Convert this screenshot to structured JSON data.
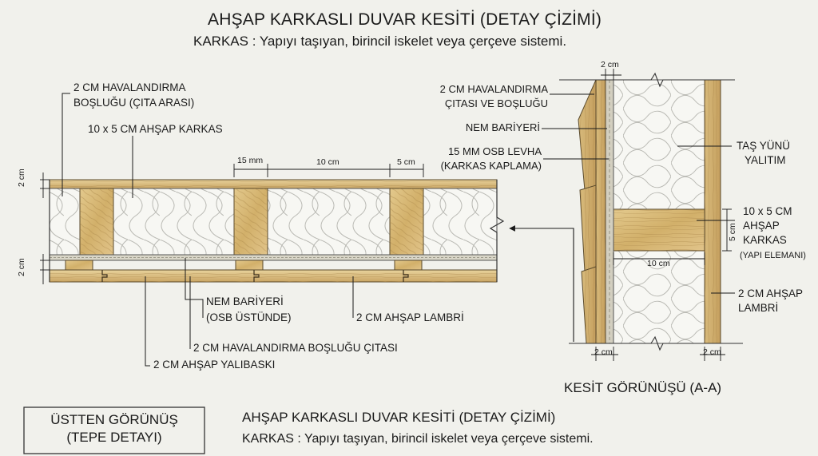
{
  "header": {
    "title": "AHŞAP KARKASLI DUVAR KESİTİ (DETAY ÇİZİMİ)",
    "subtitle": "KARKAS : Yapıyı taşıyan, birincil iskelet veya çerçeve sistemi."
  },
  "plan": {
    "labels": {
      "vent_gap_1": "2 CM HAVALANDIRMA",
      "vent_gap_2": "BOŞLUĞU (ÇITA ARASI)",
      "frame": "10 x 5 CM AHŞAP KARKAS",
      "moisture_1": "NEM BARİYERİ",
      "moisture_2": "(OSB ÜSTÜNDE)",
      "lambri": "2 CM AHŞAP LAMBRİ",
      "vent_batten": "2 CM HAVALANDIRMA BOŞLUĞU ÇITASI",
      "yalibaski": "2 CM AHŞAP YALIBASKI"
    },
    "dims": {
      "d15mm": "15 mm",
      "d10cm": "10 cm",
      "d5cm": "5 cm",
      "d2cm_top": "2 cm",
      "d2cm_bottom": "2 cm"
    }
  },
  "section": {
    "labels": {
      "vent_batten_1": "2 CM HAVALANDIRMA",
      "vent_batten_2": "ÇITASI VE BOŞLUĞU",
      "moisture": "NEM BARİYERİ",
      "osb_1": "15 MM OSB LEVHA",
      "osb_2": "(KARKAS KAPLAMA)",
      "wool_1": "TAŞ YÜNÜ",
      "wool_2": "YALITIM",
      "frame_1": "10 x 5 CM",
      "frame_2": "AHŞAP",
      "frame_3": "KARKAS",
      "frame_4": "(YAPI ELEMANI)",
      "lambri_1": "2 CM AHŞAP",
      "lambri_2": "LAMBRİ"
    },
    "dims": {
      "top_2cm": "2 cm",
      "d10cm": "10 cm",
      "d5cm": "5 cm",
      "bottom_left_2cm": "2 cm",
      "bottom_right_2cm": "2 cm"
    },
    "view_title": "KESİT GÖRÜNÜŞÜ (A-A)"
  },
  "footer": {
    "box_line1": "ÜSTTEN GÖRÜNÜŞ",
    "box_line2": "(TEPE DETAYI)",
    "title": "AHŞAP KARKASLI DUVAR KESİTİ (DETAY ÇİZİMİ)",
    "subtitle": "KARKAS : Yapıyı taşıyan, birincil iskelet veya çerçeve sistemi."
  }
}
